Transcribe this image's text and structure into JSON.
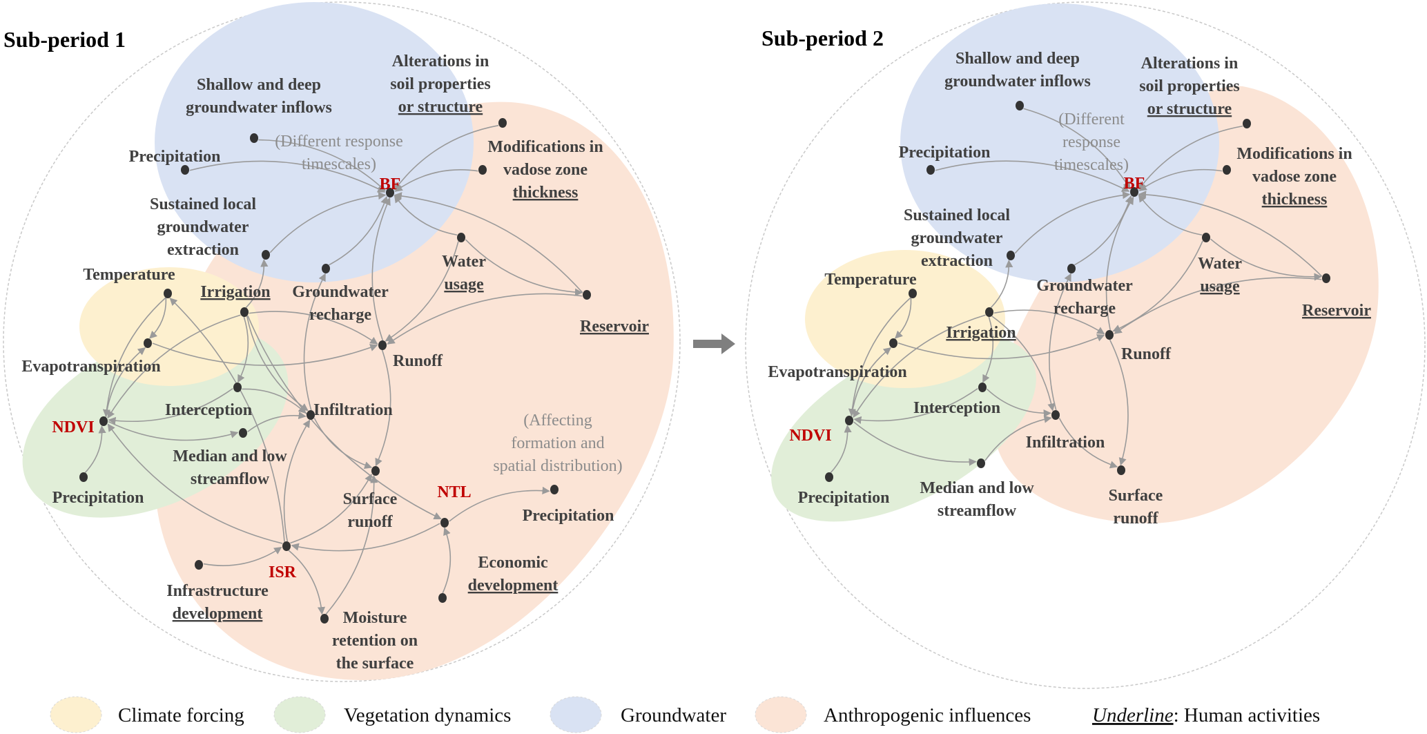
{
  "colors": {
    "climate": "#fdf0cf",
    "vegetation": "#e1eed8",
    "groundwater": "#d9e2f3",
    "anthropogenic": "#fbe4d6",
    "key_text": "#c00000",
    "text": "#404040",
    "note": "#8c8c8c",
    "edge": "#9a9a9a"
  },
  "sub1": {
    "title": "Sub-period 1",
    "labels": {
      "shallow": {
        "lines": [
          "Shallow and deep",
          "groundwater inflows"
        ]
      },
      "alterations": {
        "lines": [
          "Alterations in",
          "soil properties",
          "or structure"
        ],
        "human": true
      },
      "note_timescales": {
        "lines": [
          "(Different response",
          "timescales)"
        ],
        "note": true
      },
      "precip_top": {
        "lines": [
          "Precipitation"
        ]
      },
      "modifications": {
        "lines": [
          "Modifications in",
          "vadose zone",
          "thickness"
        ],
        "human": true
      },
      "bf": {
        "lines": [
          "BF"
        ],
        "key": true
      },
      "sustained": {
        "lines": [
          "Sustained local",
          "groundwater",
          "extraction"
        ]
      },
      "temperature": {
        "lines": [
          "Temperature"
        ]
      },
      "irrigation": {
        "lines": [
          "Irrigation"
        ],
        "human": true
      },
      "gw_recharge": {
        "lines": [
          "Groundwater",
          "recharge"
        ]
      },
      "water_usage": {
        "lines": [
          "Water",
          "usage"
        ],
        "human": true
      },
      "reservoir": {
        "lines": [
          "Reservoir"
        ],
        "human": true
      },
      "runoff": {
        "lines": [
          "Runoff"
        ]
      },
      "evapo": {
        "lines": [
          "Evapotranspiration"
        ]
      },
      "interception": {
        "lines": [
          "Interception"
        ]
      },
      "infiltration": {
        "lines": [
          "Infiltration"
        ]
      },
      "ndvi": {
        "lines": [
          "NDVI"
        ],
        "key": true
      },
      "median": {
        "lines": [
          "Median and low",
          "streamflow"
        ]
      },
      "note_affecting": {
        "lines": [
          "(Affecting",
          "formation and",
          "spatial distribution)"
        ],
        "note": true
      },
      "precip_ndvi": {
        "lines": [
          "Precipitation"
        ]
      },
      "surface_runoff": {
        "lines": [
          "Surface",
          "runoff"
        ]
      },
      "ntl": {
        "lines": [
          "NTL"
        ],
        "key": true
      },
      "precip_right": {
        "lines": [
          "Precipitation"
        ]
      },
      "economic": {
        "lines": [
          "Economic",
          "development"
        ],
        "human": true
      },
      "isr": {
        "lines": [
          "ISR"
        ],
        "key": true
      },
      "infrastructure": {
        "lines": [
          "Infrastructure",
          "development"
        ],
        "human": true
      },
      "moisture": {
        "lines": [
          "Moisture",
          "retention on",
          "the surface"
        ]
      }
    },
    "edges": [
      [
        "shallow",
        "bf"
      ],
      [
        "alterations",
        "bf"
      ],
      [
        "precip_top",
        "bf"
      ],
      [
        "modifications",
        "bf"
      ],
      [
        "sustained",
        "bf"
      ],
      [
        "gw_recharge",
        "bf"
      ],
      [
        "water_usage",
        "bf"
      ],
      [
        "reservoir",
        "bf"
      ],
      [
        "runoff",
        "bf"
      ],
      [
        "irrigation",
        "sustained"
      ],
      [
        "infiltration",
        "gw_recharge"
      ],
      [
        "water_usage",
        "reservoir"
      ],
      [
        "water_usage",
        "runoff"
      ],
      [
        "reservoir",
        "runoff"
      ],
      [
        "irrigation",
        "runoff"
      ],
      [
        "evapo",
        "runoff"
      ],
      [
        "temperature",
        "evapo"
      ],
      [
        "temperature",
        "ndvi"
      ],
      [
        "ndvi",
        "evapo"
      ],
      [
        "precip_ndvi",
        "ndvi"
      ],
      [
        "irrigation",
        "interception"
      ],
      [
        "irrigation",
        "ndvi"
      ],
      [
        "interception",
        "ndvi"
      ],
      [
        "irrigation",
        "infiltration"
      ],
      [
        "interception",
        "infiltration"
      ],
      [
        "ndvi",
        "median"
      ],
      [
        "median",
        "infiltration"
      ],
      [
        "infiltration",
        "surface_runoff"
      ],
      [
        "runoff",
        "surface_runoff"
      ],
      [
        "moisture",
        "surface_runoff"
      ],
      [
        "isr",
        "ndvi"
      ],
      [
        "isr",
        "temperature"
      ],
      [
        "isr",
        "infiltration"
      ],
      [
        "isr",
        "surface_runoff"
      ],
      [
        "isr",
        "moisture"
      ],
      [
        "infrastructure",
        "isr"
      ],
      [
        "ntl",
        "isr"
      ],
      [
        "economic",
        "ntl"
      ],
      [
        "ntl",
        "precip_right"
      ],
      [
        "irrigation",
        "ntl"
      ]
    ]
  },
  "sub2": {
    "title": "Sub-period 2",
    "labels": {
      "shallow": {
        "lines": [
          "Shallow and deep",
          "groundwater inflows"
        ]
      },
      "alterations": {
        "lines": [
          "Alterations in",
          "soil properties",
          "or structure"
        ],
        "human": true
      },
      "note_timescales": {
        "lines": [
          "(Different",
          "response",
          "timescales)"
        ],
        "note": true
      },
      "precip_top": {
        "lines": [
          "Precipitation"
        ]
      },
      "modifications": {
        "lines": [
          "Modifications in",
          "vadose zone",
          "thickness"
        ],
        "human": true
      },
      "bf": {
        "lines": [
          "BF"
        ],
        "key": true
      },
      "sustained": {
        "lines": [
          "Sustained local",
          "groundwater",
          "extraction"
        ]
      },
      "temperature": {
        "lines": [
          "Temperature"
        ]
      },
      "gw_recharge": {
        "lines": [
          "Groundwater",
          "recharge"
        ]
      },
      "water_usage": {
        "lines": [
          "Water",
          "usage"
        ],
        "human": true
      },
      "reservoir": {
        "lines": [
          "Reservoir"
        ],
        "human": true
      },
      "irrigation": {
        "lines": [
          "Irrigation"
        ],
        "human": true
      },
      "runoff": {
        "lines": [
          "Runoff"
        ]
      },
      "evapo": {
        "lines": [
          "Evapotranspiration"
        ]
      },
      "interception": {
        "lines": [
          "Interception"
        ]
      },
      "ndvi": {
        "lines": [
          "NDVI"
        ],
        "key": true
      },
      "infiltration": {
        "lines": [
          "Infiltration"
        ]
      },
      "median": {
        "lines": [
          "Median and low",
          "streamflow"
        ]
      },
      "precip_ndvi": {
        "lines": [
          "Precipitation"
        ]
      },
      "surface_runoff": {
        "lines": [
          "Surface",
          "runoff"
        ]
      }
    },
    "edges": [
      [
        "shallow",
        "bf"
      ],
      [
        "alterations",
        "bf"
      ],
      [
        "precip_top",
        "bf"
      ],
      [
        "modifications",
        "bf"
      ],
      [
        "sustained",
        "bf"
      ],
      [
        "gw_recharge",
        "bf"
      ],
      [
        "water_usage",
        "bf"
      ],
      [
        "reservoir",
        "bf"
      ],
      [
        "runoff",
        "bf"
      ],
      [
        "irrigation",
        "sustained"
      ],
      [
        "infiltration",
        "gw_recharge"
      ],
      [
        "water_usage",
        "reservoir"
      ],
      [
        "water_usage",
        "runoff"
      ],
      [
        "reservoir",
        "runoff"
      ],
      [
        "irrigation",
        "runoff"
      ],
      [
        "evapo",
        "runoff"
      ],
      [
        "temperature",
        "evapo"
      ],
      [
        "temperature",
        "ndvi"
      ],
      [
        "ndvi",
        "evapo"
      ],
      [
        "precip_ndvi",
        "ndvi"
      ],
      [
        "irrigation",
        "interception"
      ],
      [
        "irrigation",
        "ndvi"
      ],
      [
        "interception",
        "ndvi"
      ],
      [
        "interception",
        "infiltration"
      ],
      [
        "irrigation",
        "infiltration"
      ],
      [
        "ndvi",
        "median"
      ],
      [
        "median",
        "infiltration"
      ],
      [
        "infiltration",
        "surface_runoff"
      ],
      [
        "runoff",
        "surface_runoff"
      ]
    ]
  },
  "legend": {
    "climate": "Climate forcing",
    "vegetation": "Vegetation dynamics",
    "groundwater": "Groundwater",
    "anthropogenic": "Anthropogenic influences",
    "underline_word": "Underline",
    "underline_desc": ": Human activities"
  },
  "transition_icon": "right-arrow-icon"
}
